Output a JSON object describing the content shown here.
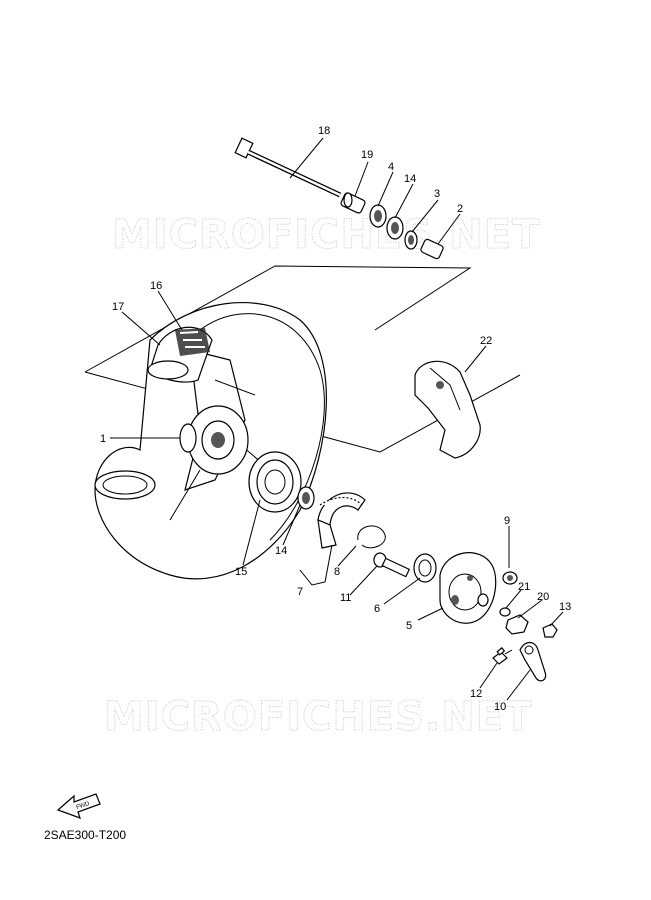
{
  "watermark": {
    "text": "MICROFICHES.NET"
  },
  "diagram_code": "2SAE300-T200",
  "fwd_label": "FWD",
  "callouts": {
    "c1": "1",
    "c2": "2",
    "c3": "3",
    "c4": "4",
    "c5": "5",
    "c6": "6",
    "c7": "7",
    "c8": "8",
    "c9": "9",
    "c10": "10",
    "c11": "11",
    "c12": "12",
    "c13": "13",
    "c14a": "14",
    "c14b": "14",
    "c15": "15",
    "c16": "16",
    "c17": "17",
    "c18": "18",
    "c19": "19",
    "c20": "20",
    "c21": "21",
    "c22": "22"
  },
  "icons": {
    "fwd_arrow": "fwd-arrow-icon"
  }
}
